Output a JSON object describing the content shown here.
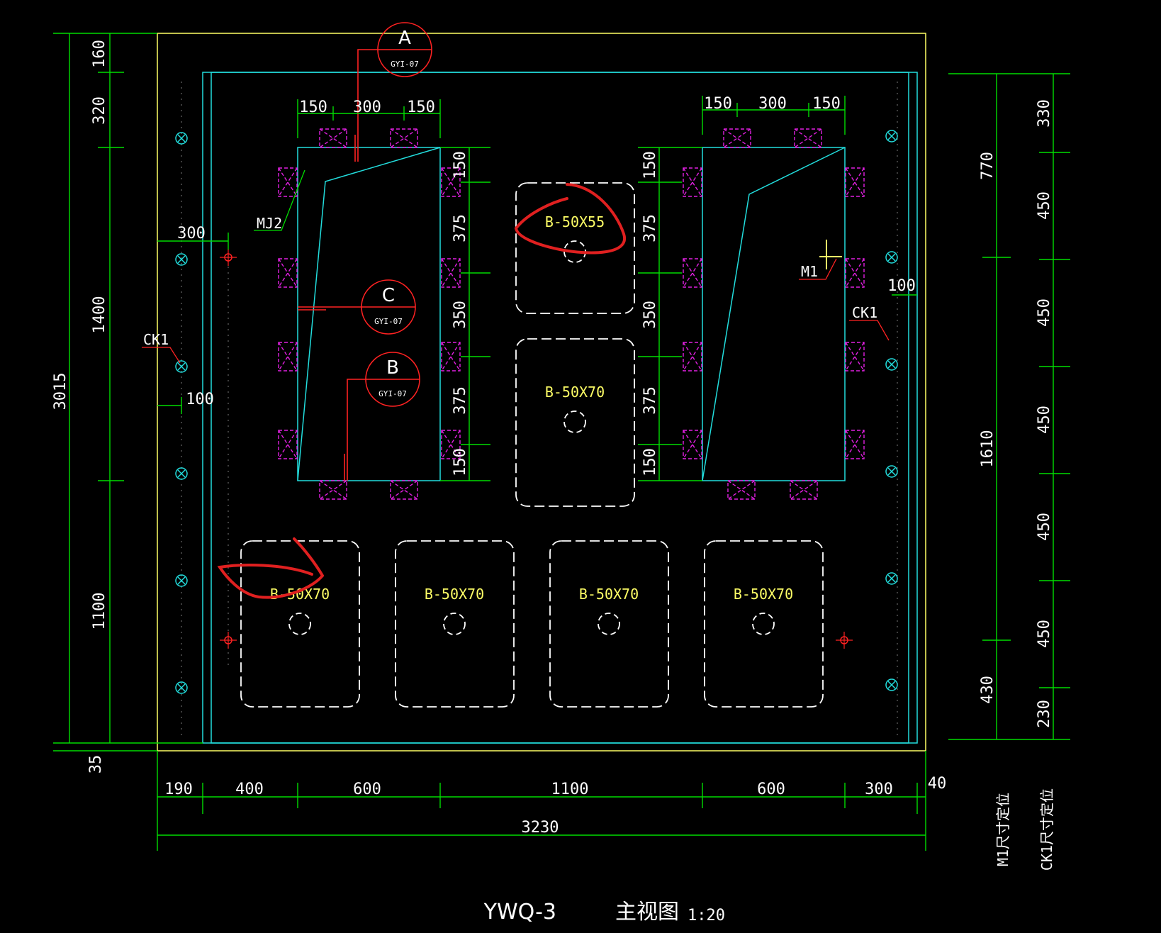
{
  "title": "YWQ-3",
  "title_cn": "主视图",
  "scale": "1:20",
  "dims": {
    "top_small": "160",
    "left_320": "320",
    "left_1400": "1400",
    "left_1100": "1100",
    "total_h": "3015",
    "bottom_35": "35",
    "b190": "190",
    "b400": "400",
    "b600a": "600",
    "b1100": "1100",
    "b600b": "600",
    "b300": "300",
    "b40": "40",
    "total_w": "3230",
    "h300": "300",
    "h100": "100",
    "h100r": "100",
    "t150a": "150",
    "t300a": "300",
    "t150b": "150",
    "t150c": "150",
    "t300b": "300",
    "t150d": "150",
    "v150a": "150",
    "v375a": "375",
    "v350a": "350",
    "v375b": "375",
    "v150b": "150",
    "v150c": "150",
    "v375c": "375",
    "v350b": "350",
    "v375d": "375",
    "v150d": "150",
    "r330": "330",
    "r450a": "450",
    "r450b": "450",
    "r450c": "450",
    "r450d": "450",
    "r450e": "450",
    "r230": "230",
    "r770": "770",
    "r1610": "1610",
    "r430": "430"
  },
  "labels": {
    "mj2": "MJ2",
    "m1": "M1",
    "ck1_left": "CK1",
    "ck1_right": "CK1",
    "m1_note": "M1尺寸定位",
    "ck1_note": "CK1尺寸定位"
  },
  "callouts": {
    "a": {
      "letter": "A",
      "sub": "GYI-07"
    },
    "b": {
      "letter": "B",
      "sub": "GYI-07"
    },
    "c": {
      "letter": "C",
      "sub": "GYI-07"
    }
  },
  "boxes": {
    "b1": "B-50X55",
    "b2": "B-50X70",
    "b3": "B-50X70",
    "b4": "B-50X70",
    "b5": "B-50X70",
    "b6": "B-50X70"
  },
  "colors": {
    "dimension": "#00dd00",
    "outline": "#ffff66",
    "inner": "#22dddd",
    "annotation": "#ff2222",
    "embed": "#e020e0"
  }
}
